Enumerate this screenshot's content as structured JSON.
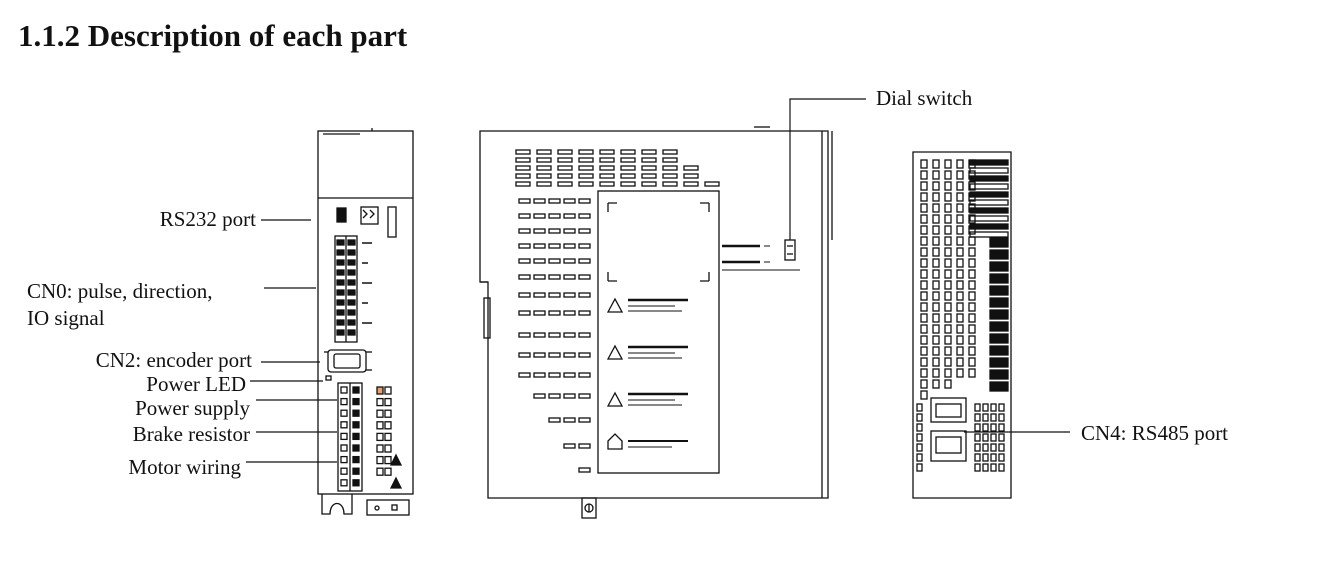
{
  "heading": "1.1.2 Description of each part",
  "labels": {
    "rs232": "RS232 port",
    "cn0_line1": "CN0: pulse, direction,",
    "cn0_line2": "IO signal",
    "cn2": "CN2: encoder port",
    "power_led": "Power LED",
    "power_supply": "Power supply",
    "brake_resistor": "Brake resistor",
    "motor_wiring": "Motor wiring",
    "dial_switch": "Dial switch",
    "cn4": "CN4: RS485 port"
  },
  "colors": {
    "line": "#111111",
    "led": "#e8a070"
  }
}
